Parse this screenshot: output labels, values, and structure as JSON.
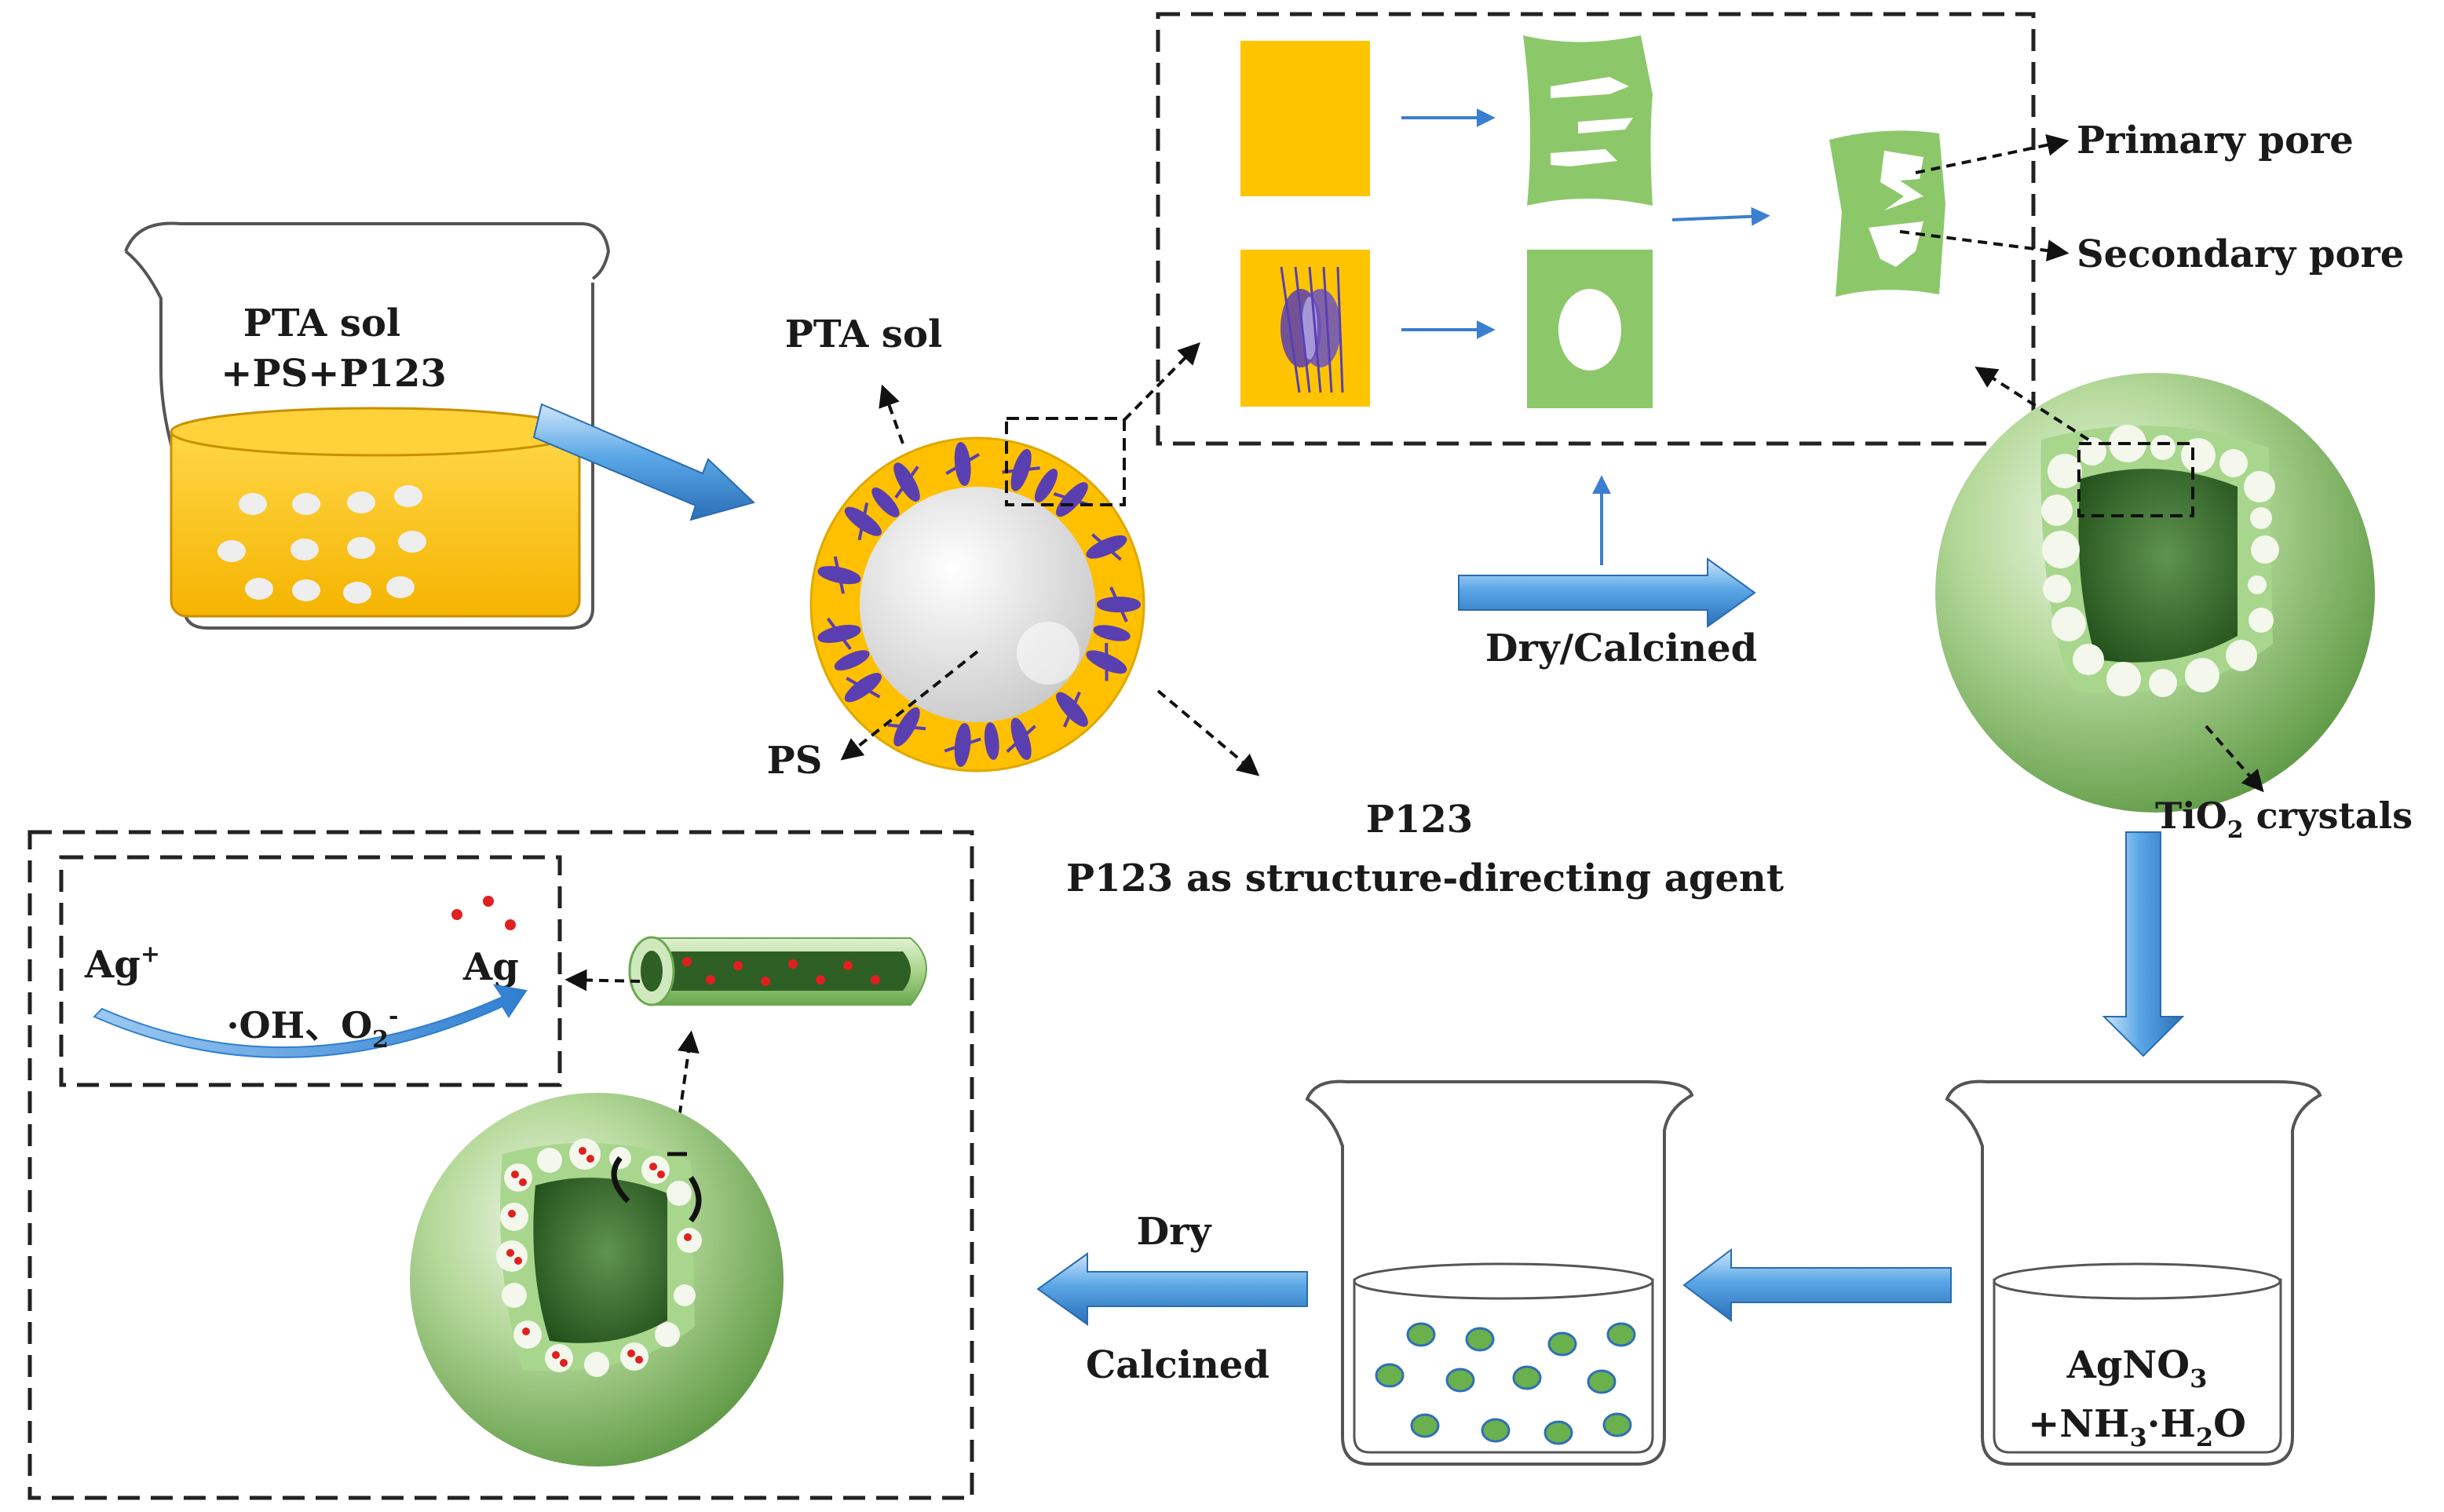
{
  "labels": {
    "beaker1_line1": "PTA sol",
    "beaker1_line2": "+PS+P123",
    "pta_sol": "PTA sol",
    "ps": "PS",
    "p123": "P123",
    "p123_agent": "P123 as structure-directing agent",
    "dry_calcined": "Dry/Calcined",
    "primary_pore": "Primary pore",
    "secondary_pore": "Secondary pore",
    "tio2_crystals_prefix": "TiO",
    "tio2_crystals_sub": "2",
    "tio2_crystals_suffix": " crystals",
    "agno3_prefix": "AgNO",
    "agno3_sub": "3",
    "nh3_prefix": "+NH",
    "nh3_sub1": "3",
    "nh3_mid": "·H",
    "nh3_sub2": "2",
    "nh3_suffix": "O",
    "dry": "Dry",
    "calcined": "Calcined",
    "ag_plus": "Ag",
    "ag_plus_sup": "+",
    "ag": "Ag",
    "oh_o2_prefix": "·OH、O",
    "oh_o2_sub": "2",
    "oh_o2_sup": "-"
  },
  "colors": {
    "sol_yellow": "#ffc400",
    "ps_white": "#f2f2f2",
    "titania_green": "#8cc86a",
    "dark_green": "#3c6e2c",
    "arrow_blue": "#3b8fd6",
    "p123_purple": "#5a3fb0",
    "ag_red": "#e02020"
  }
}
